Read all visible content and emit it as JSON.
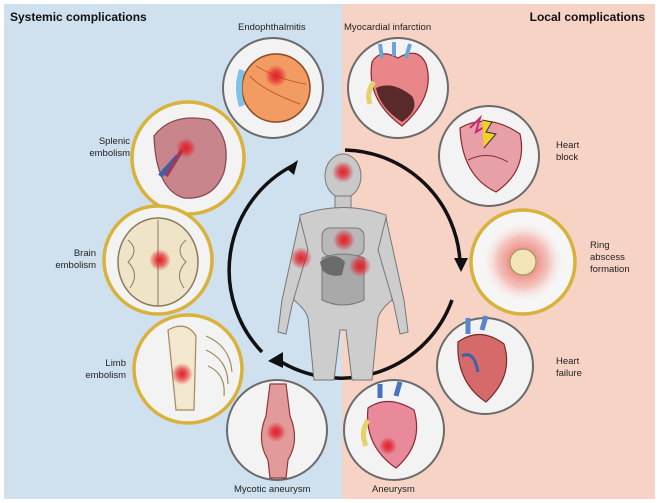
{
  "headings": {
    "left": "Systemic complications",
    "right": "Local complications"
  },
  "labels": {
    "endophthalmitis": "Endophthalmitis",
    "myocardial_infarction": "Myocardial infarction",
    "splenic_embolism_1": "Splenic",
    "splenic_embolism_2": "embolism",
    "heart_block_1": "Heart",
    "heart_block_2": "block",
    "brain_embolism_1": "Brain",
    "brain_embolism_2": "embolism",
    "ring_abscess_1": "Ring",
    "ring_abscess_2": "abscess",
    "ring_abscess_3": "formation",
    "limb_embolism_1": "Limb",
    "limb_embolism_2": "embolism",
    "heart_failure_1": "Heart",
    "heart_failure_2": "failure",
    "mycotic_aneurysm": "Mycotic aneurysm",
    "aneurysm": "Aneurysm"
  },
  "colors": {
    "systemic_bg": "#cfe0ef",
    "local_bg": "#f7d3c6",
    "highlight_ring": "#d8b23a",
    "plain_ring": "#6b6b6b",
    "infection_marker": "#e0202a"
  }
}
